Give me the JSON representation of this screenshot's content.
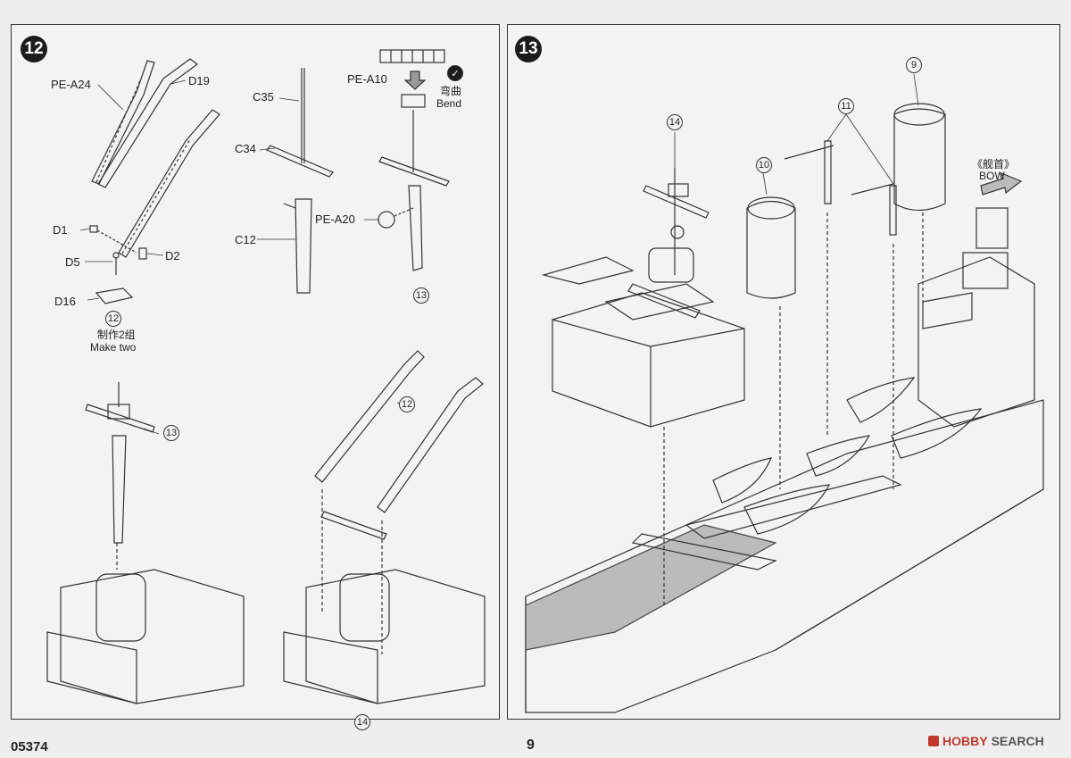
{
  "footer": {
    "code": "05374",
    "page": "9",
    "watermark_brand": "HOBBY",
    "watermark_suffix": "SEARCH"
  },
  "step12": {
    "badge": "12",
    "parts": {
      "pe_a24": "PE-A24",
      "d19": "D19",
      "c35": "C35",
      "c34": "C34",
      "c12": "C12",
      "pe_a10": "PE-A10",
      "pe_a20": "PE-A20",
      "d1": "D1",
      "d2": "D2",
      "d5": "D5",
      "d16": "D16"
    },
    "bend_cn": "弯曲",
    "bend_en": "Bend",
    "make_two_cn": "制作2组",
    "make_two_en": "Make two",
    "refs": {
      "r12_sub": "12",
      "r13_sub": "13",
      "r13_mast": "13",
      "r12_crane": "12",
      "r14_bottom": "14"
    }
  },
  "step13": {
    "badge": "13",
    "bow_cn": "《舰首》",
    "bow_en": "BOW",
    "refs": {
      "r14": "14",
      "r10": "10",
      "r11": "11",
      "r9": "9"
    }
  }
}
